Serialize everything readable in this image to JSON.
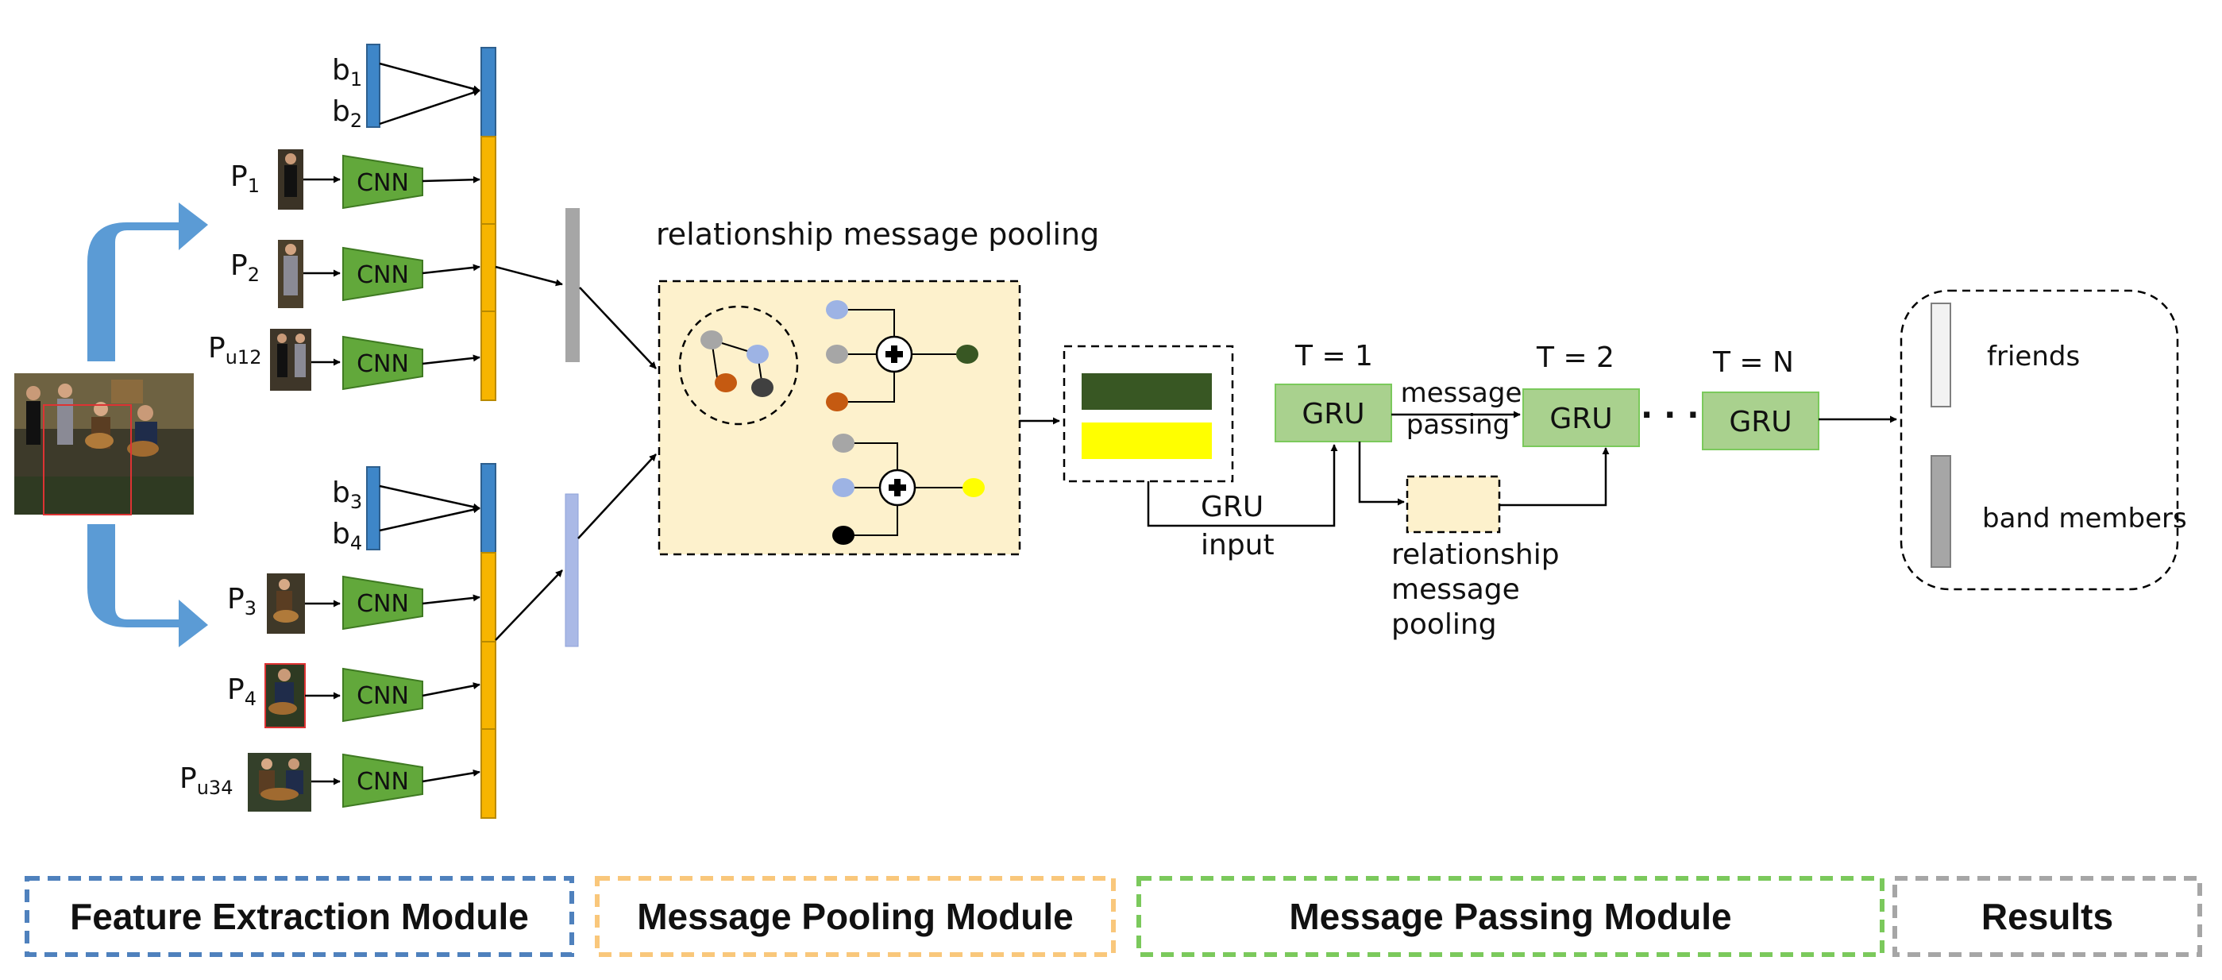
{
  "feature_extraction": {
    "box_labels": [
      {
        "base": "b",
        "sub": "1"
      },
      {
        "base": "b",
        "sub": "2"
      },
      {
        "base": "b",
        "sub": "3"
      },
      {
        "base": "b",
        "sub": "4"
      }
    ],
    "person_labels": [
      {
        "base": "P",
        "sub": "1"
      },
      {
        "base": "P",
        "sub": "2"
      },
      {
        "base": "P",
        "sub": "u12"
      },
      {
        "base": "P",
        "sub": "3"
      },
      {
        "base": "P",
        "sub": "4"
      },
      {
        "base": "P",
        "sub": "u34"
      }
    ],
    "cnn_label": "CNN"
  },
  "message_pooling": {
    "title": "relationship message pooling"
  },
  "message_passing": {
    "gru_label": "GRU",
    "time_steps": [
      "T = 1",
      "T = 2",
      "T = N"
    ],
    "ellipsis": "· · ·",
    "message_passing_label": [
      "message",
      "passing"
    ],
    "gru_input_label": [
      "GRU",
      "input"
    ],
    "pooling_label": [
      "relationship",
      "message",
      "pooling"
    ]
  },
  "results": {
    "items": [
      {
        "label": "friends",
        "color": "#7030a0"
      },
      {
        "label": "band members",
        "color": "#7030a0"
      }
    ]
  },
  "legend": [
    {
      "label": "Feature Extraction Module",
      "color": "#4f81bd"
    },
    {
      "label": "Message Pooling Module",
      "color": "#f9c77b"
    },
    {
      "label": "Message Passing Module",
      "color": "#7bc95c"
    },
    {
      "label": "Results",
      "color": "#a6a6a6"
    }
  ],
  "colors": {
    "blue": "#3e86c8",
    "orange": "#f7b500",
    "cnn_green": "#62a83b",
    "gru_green": "#a9d18e",
    "pool_bg": "#fdf1cc",
    "dark_green": "#385723",
    "yellow": "#ffff00",
    "arrow_blue": "#5b9bd5"
  }
}
